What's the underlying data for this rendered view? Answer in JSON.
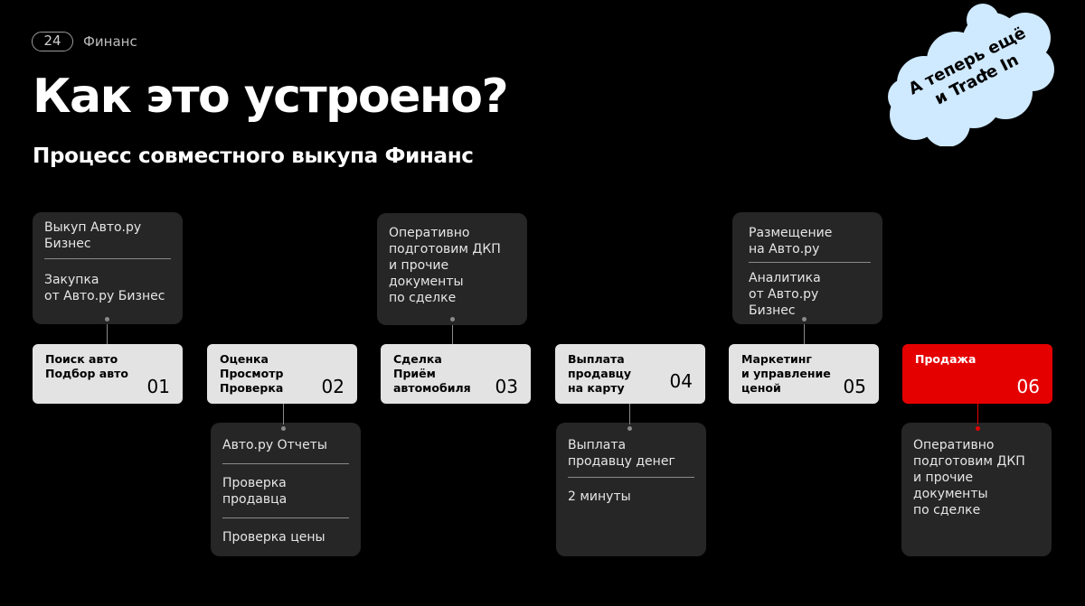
{
  "header": {
    "page_number": "24",
    "section": "Финанс"
  },
  "title": "Как это устроено?",
  "subtitle": "Процесс совместного выкупа Финанс",
  "cloud_badge": "А теперь ещё\nи Trade In",
  "colors": {
    "background": "#000000",
    "card": "#262626",
    "step": "#e3e3e3",
    "accent_red": "#e50000",
    "cloud": "#cfe9ff"
  },
  "steps": [
    {
      "label": "Поиск авто\nПодбор авто",
      "number": "01"
    },
    {
      "label": "Оценка\nПросмотр\nПроверка",
      "number": "02"
    },
    {
      "label": "Сделка\nПриём\nавтомобиля",
      "number": "03"
    },
    {
      "label": "Выплата\nпродавцу\nна карту",
      "number": "04"
    },
    {
      "label": "Маркетинг\nи управление\nценой",
      "number": "05"
    },
    {
      "label": "Продажа",
      "number": "06"
    }
  ],
  "cards": {
    "step1_top": [
      "Выкуп Авто.ру\nБизнес",
      "Закупка\nот Авто.ру Бизнес"
    ],
    "step2_bottom": [
      "Авто.ру Отчеты",
      "Проверка\nпродавца",
      "Проверка цены"
    ],
    "step3_top": [
      "Оперативно\nподготовим ДКП\nи прочие документы\nпо сделке"
    ],
    "step4_bottom": [
      "Выплата\nпродавцу денег",
      "2 минуты"
    ],
    "step5_top": [
      "Размещение\nна Авто.ру",
      "Аналитика\nот Авто.ру\nБизнес"
    ],
    "step6_bottom": [
      "Оперативно\nподготовим ДКП\nи прочие\nдокументы\nпо сделке"
    ]
  }
}
